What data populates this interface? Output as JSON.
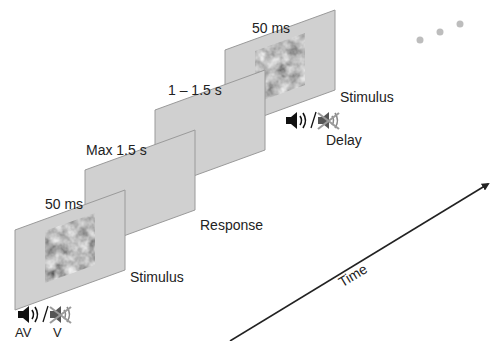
{
  "diagram": {
    "labels": [
      "50 ms",
      "Max 1.5 s",
      "1 – 1.5 s",
      "50 ms",
      "Stimulus",
      "Response",
      "Delay",
      "Stimulus",
      "Time",
      "AV",
      "V"
    ]
  }
}
